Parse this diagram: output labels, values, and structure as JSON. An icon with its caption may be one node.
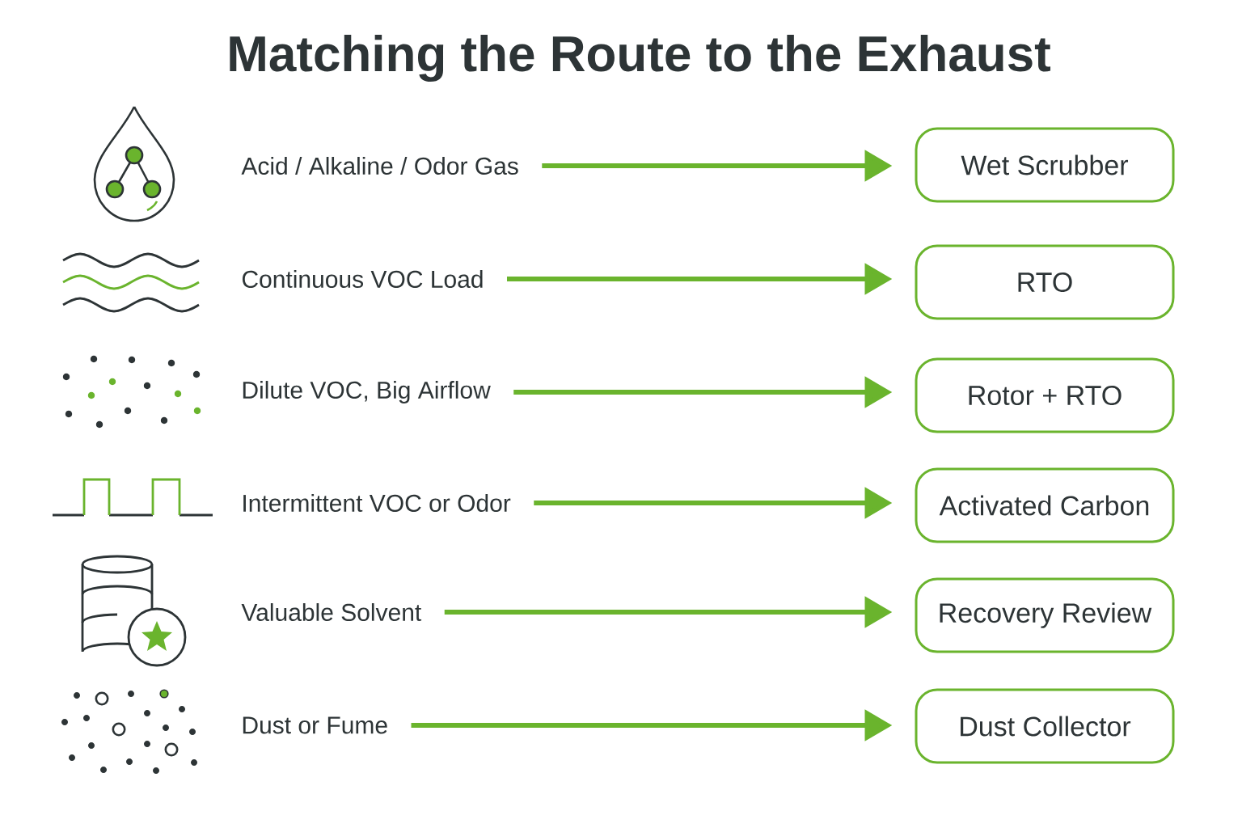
{
  "diagram": {
    "title": "Matching the Route to the Exhaust",
    "nodes": [
      {
        "text": [
          "Acid / Alkaline / Odor Gas"
        ]
      },
      {
        "text": [
          "Wet Scrubber"
        ]
      },
      {
        "text": [
          "Continuous VOC Load"
        ]
      },
      {
        "text": [
          "RTO"
        ]
      },
      {
        "text": [
          "Dilute VOC, Big Airflow"
        ]
      },
      {
        "text": [
          "Rotor + RTO"
        ]
      },
      {
        "text": [
          "Intermittent VOC or Odor"
        ]
      },
      {
        "text": [
          "Activated Carbon"
        ]
      },
      {
        "text": [
          "Valuable Solvent"
        ]
      },
      {
        "text": [
          "Recovery Review"
        ]
      },
      {
        "text": [
          "Dust or Fume"
        ]
      },
      {
        "text": [
          "Dust Collector"
        ]
      }
    ],
    "edges": [
      {
        "from": 0,
        "to": 1,
        "arrow": "to"
      },
      {
        "from": 2,
        "to": 3,
        "arrow": "to"
      },
      {
        "from": 4,
        "to": 5,
        "arrow": "to"
      },
      {
        "from": 6,
        "to": 7,
        "arrow": "to"
      },
      {
        "from": 8,
        "to": 9,
        "arrow": "to"
      },
      {
        "from": 10,
        "to": 11,
        "arrow": "to"
      }
    ]
  }
}
